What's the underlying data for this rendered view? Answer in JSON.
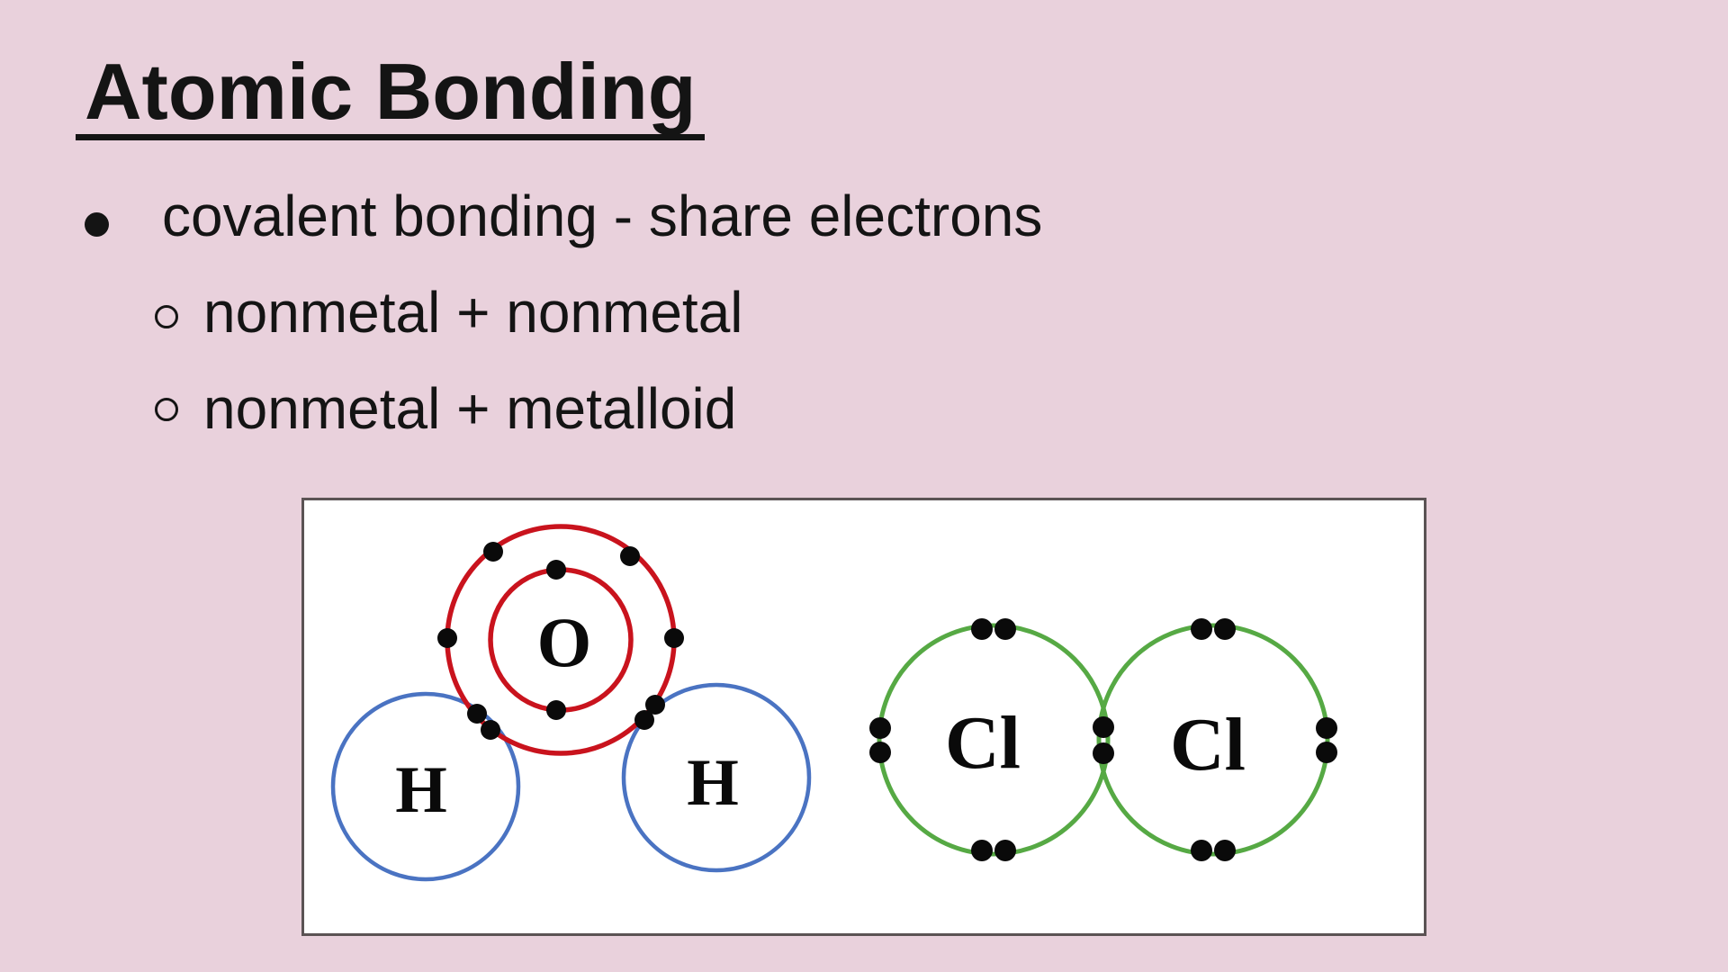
{
  "slide": {
    "background_color": "#e9d1dc",
    "text_color": "#141414",
    "title": "Atomic Bonding",
    "bullets": [
      {
        "level": 1,
        "marker": "filled-dot",
        "text": "covalent bonding - share electrons"
      },
      {
        "level": 2,
        "marker": "open-circle",
        "text": "nonmetal + nonmetal"
      },
      {
        "level": 2,
        "marker": "open-circle",
        "text": "nonmetal + metalloid"
      }
    ]
  },
  "diagram": {
    "panel_background": "#ffffff",
    "panel_border_color": "#5b5354",
    "electron_dot_color": "#0a0a0a",
    "water_molecule": {
      "oxygen_label": "O",
      "hydrogen_labels": [
        "H",
        "H"
      ],
      "oxygen_shell_color": "#c9131d",
      "oxygen_shells": 2,
      "inner_shell_electrons": 2,
      "outer_shell_electrons": 8,
      "shared_pairs": 2,
      "hydrogen_shell_color": "#4a73c2"
    },
    "chlorine_molecule": {
      "chlorine_labels": [
        "Cl",
        "Cl"
      ],
      "shell_color": "#56a944",
      "lone_pairs_per_atom": 3,
      "shared_pairs": 1
    }
  }
}
